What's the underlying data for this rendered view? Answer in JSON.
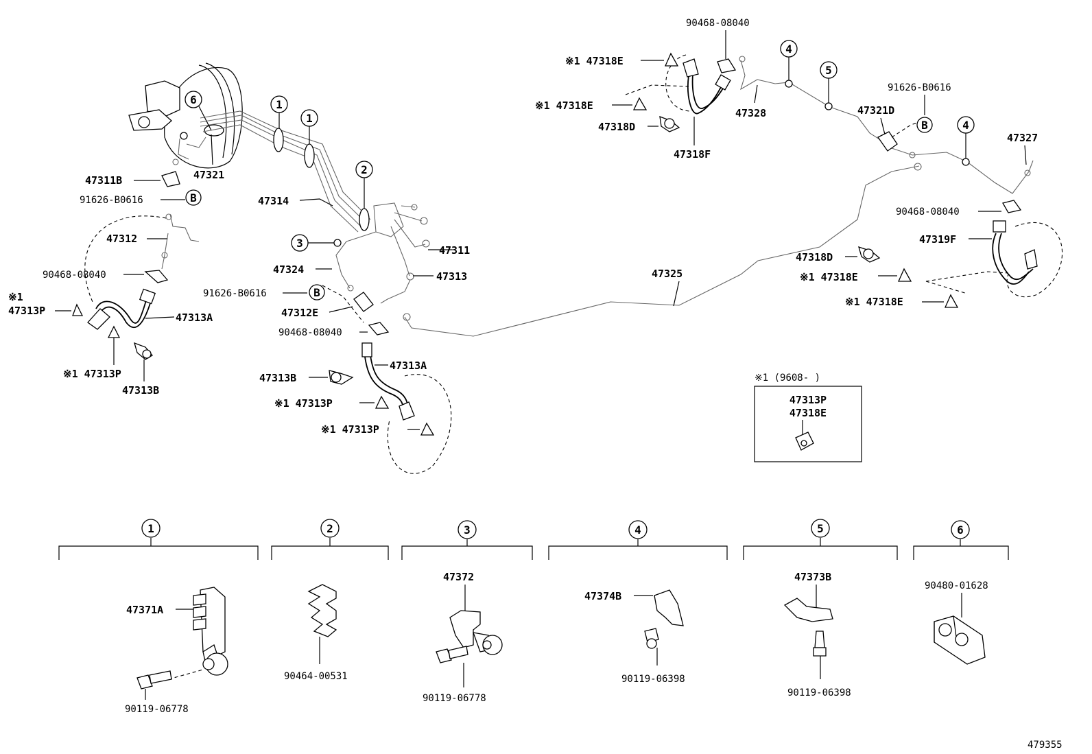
{
  "labels": {
    "l47321": "47321",
    "l47311B": "47311B",
    "l91626_1": "91626-B0616",
    "l47312": "47312",
    "l90468_1": "90468-08040",
    "note_l": "※1",
    "l47313P_1": "47313P",
    "l47313A_1": "47313A",
    "l47313P_2": "※1 47313P",
    "l47313B_1": "47313B",
    "l47314": "47314",
    "l47311": "47311",
    "l47324": "47324",
    "l47313": "47313",
    "l91626_2": "91626-B0616",
    "l47312E": "47312E",
    "l90468_2": "90468-08040",
    "l47313A_2": "47313A",
    "l47313B_2": "47313B",
    "l47313P_3": "※1 47313P",
    "l47313P_4": "※1 47313P",
    "l47325": "47325",
    "l90468_3": "90468-08040",
    "l47318E_1": "※1 47318E",
    "l47318E_2": "※1 47318E",
    "l47318D_1": "47318D",
    "l47318F": "47318F",
    "l47328": "47328",
    "l47321D": "47321D",
    "l91626_3": "91626-B0616",
    "l47327": "47327",
    "l90468_4": "90468-08040",
    "l47319F": "47319F",
    "l47318D_2": "47318D",
    "l47318E_3": "※1 47318E",
    "l47318E_4": "※1 47318E"
  },
  "callouts": {
    "c1": "1",
    "c1b": "1",
    "c2": "2",
    "c3": "3",
    "c4a": "4",
    "c4b": "4",
    "c5": "5",
    "c6": "6",
    "B": "B"
  },
  "note_box": {
    "header": "※1 (9608-        )",
    "line1": "47313P",
    "line2": "47318E"
  },
  "kit": [
    {
      "num": "1",
      "parts": [
        "47371A",
        "90119-06778"
      ]
    },
    {
      "num": "2",
      "parts": [
        "90464-00531"
      ]
    },
    {
      "num": "3",
      "parts": [
        "47372",
        "90119-06778"
      ]
    },
    {
      "num": "4",
      "parts": [
        "47374B",
        "90119-06398"
      ]
    },
    {
      "num": "5",
      "parts": [
        "47373B",
        "90119-06398"
      ]
    },
    {
      "num": "6",
      "parts": [
        "90480-01628"
      ]
    }
  ],
  "diagram_id": "479355"
}
